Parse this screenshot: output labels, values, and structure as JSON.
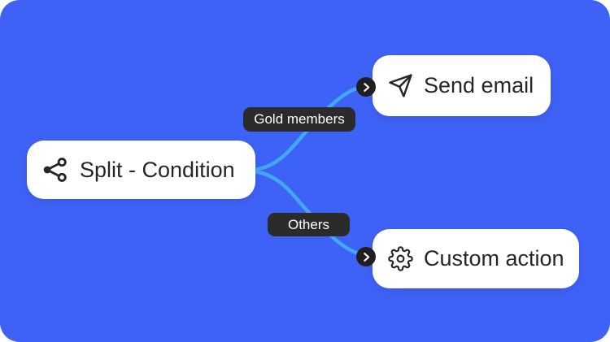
{
  "colors": {
    "canvas-bg": "#3F62F6",
    "connector": "#42A7F4",
    "card-bg": "#FFFFFF",
    "card-text": "#262626",
    "pill-bg": "#2B2B2B",
    "pill-text": "#FFFFFF",
    "port-bg": "#1F1F1F",
    "port-glyph": "#FFFFFF"
  },
  "flow": {
    "source_node": {
      "label": "Split - Condition",
      "icon": "split-icon"
    },
    "branches": [
      {
        "label": "Gold members",
        "target": {
          "label": "Send email",
          "icon": "send-icon"
        }
      },
      {
        "label": "Others",
        "target": {
          "label": "Custom action",
          "icon": "gear-icon"
        }
      }
    ]
  }
}
